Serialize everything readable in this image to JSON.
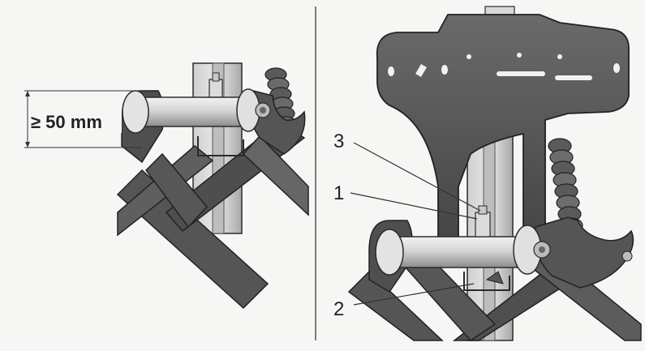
{
  "figure": {
    "dimension_text": "≥ 50 mm",
    "callouts": [
      "3",
      "1",
      "2"
    ],
    "colors": {
      "background": "#f6f6f4",
      "metal_dark": "#575757",
      "metal_mid": "#8a8a8a",
      "metal_light": "#d9d9d9",
      "outline": "#2b2b2b",
      "line": "#333333"
    }
  }
}
